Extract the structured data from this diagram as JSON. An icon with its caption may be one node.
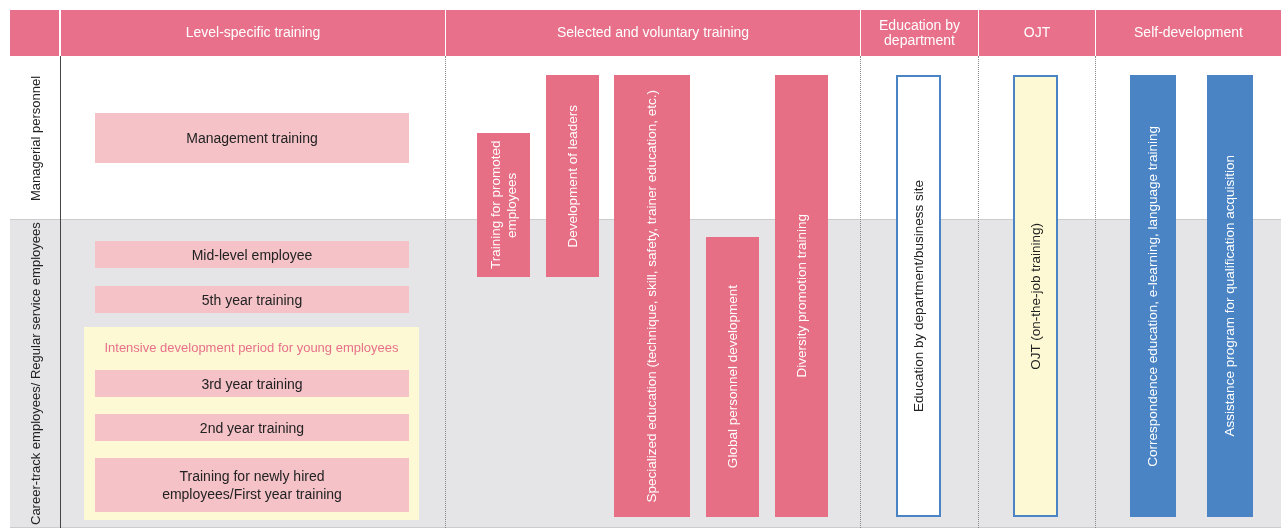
{
  "diagram": {
    "nodes": [
      {
        "text": [
          "Level-specific training"
        ]
      },
      {
        "text": [
          "Selected and voluntary training"
        ]
      },
      {
        "text": [
          "Education by department"
        ]
      },
      {
        "text": [
          "OJT"
        ]
      },
      {
        "text": [
          "Self-development"
        ]
      },
      {
        "text": [
          "Managerial personnel"
        ]
      },
      {
        "text": [
          "Career-track employees/ Regular service employees"
        ]
      },
      {
        "text": [
          "Management training"
        ],
        "in": 5
      },
      {
        "text": [
          "Mid-level employee"
        ],
        "in": 6
      },
      {
        "text": [
          "5th year training"
        ],
        "in": 6
      },
      {
        "text": [
          "Intensive development period for young employees"
        ],
        "in": 6
      },
      {
        "text": [
          "3rd year training"
        ],
        "in": 10
      },
      {
        "text": [
          "2nd year training"
        ],
        "in": 10
      },
      {
        "text": [
          "Training for newly hired employees/First year training"
        ],
        "in": 10
      },
      {
        "text": [
          "Training for promoted employees"
        ]
      },
      {
        "text": [
          "Development of leaders"
        ]
      },
      {
        "text": [
          "Specialized education (technique, skill, safety, trainer education, etc.)"
        ]
      },
      {
        "text": [
          "Global personnel development"
        ],
        "in": 6
      },
      {
        "text": [
          "Diversity promotion training"
        ]
      },
      {
        "text": [
          "Education by department/business site"
        ]
      },
      {
        "text": [
          "OJT (on-the-job training)"
        ]
      },
      {
        "text": [
          "Correspondence education, e-learning, language training"
        ]
      },
      {
        "text": [
          "Assistance program for qualification acquisition"
        ]
      }
    ],
    "edges": []
  }
}
